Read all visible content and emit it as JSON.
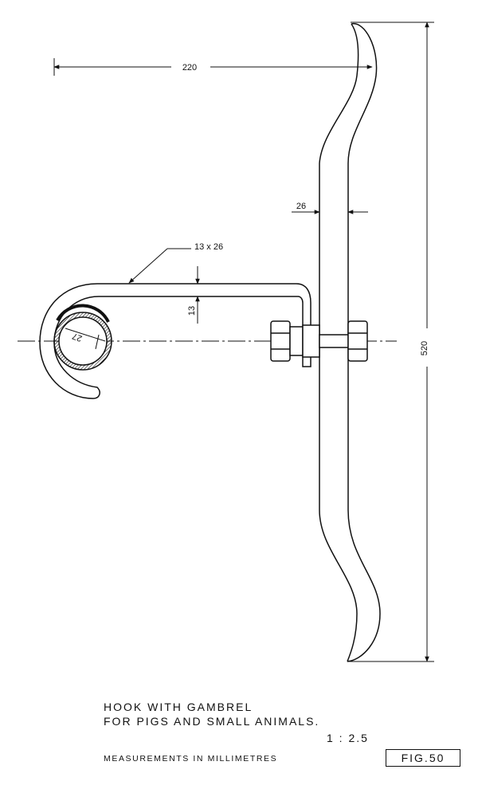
{
  "dimensions": {
    "width_220": "220",
    "height_520": "520",
    "bar_26": "26",
    "section_13x26": "13 x 26",
    "thickness_13": "13",
    "pipe_27": "27"
  },
  "caption": {
    "line1": "HOOK WITH GAMBREL",
    "line2": "FOR PIGS AND SMALL ANIMALS.",
    "scale": "1 : 2.5",
    "units_note": "MEASUREMENTS IN MILLIMETRES",
    "fig_label": "FIG.50"
  }
}
